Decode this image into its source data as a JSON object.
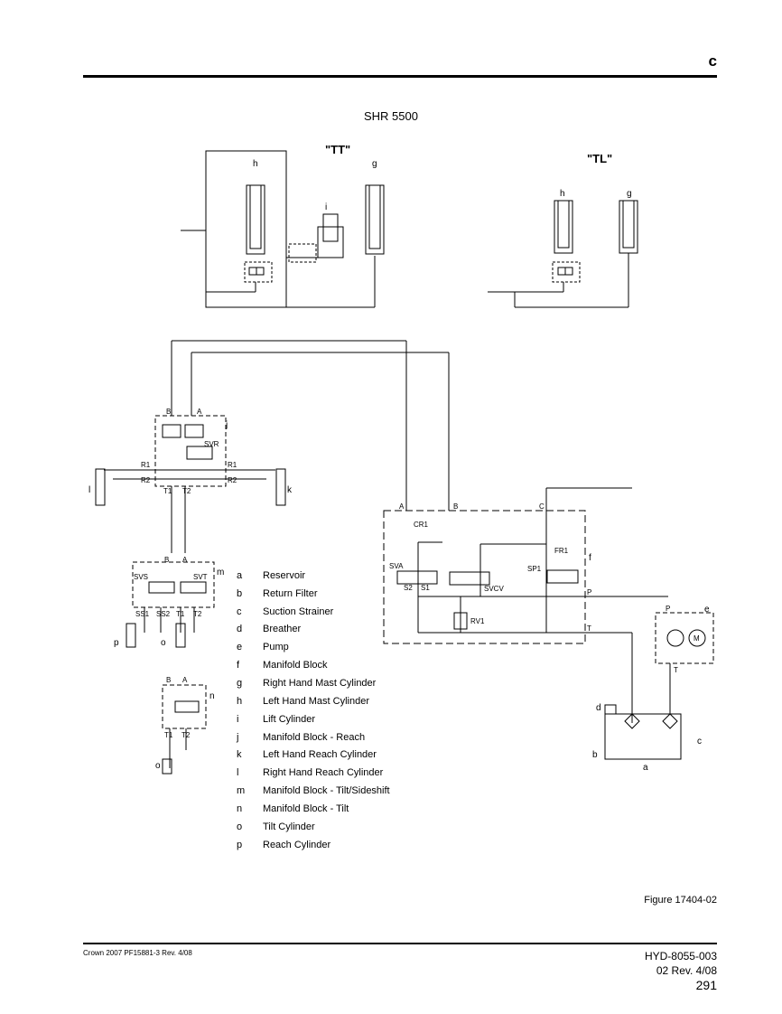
{
  "header": {
    "section_letter": "c"
  },
  "diagram": {
    "title": "SHR 5500",
    "variant_tt": "\"TT\"",
    "variant_tl": "\"TL\"",
    "component_letters": {
      "a": "a",
      "b": "b",
      "c": "c",
      "d": "d",
      "e": "e",
      "f": "f",
      "g": "g",
      "h": "h",
      "i": "i",
      "j": "j",
      "k": "k",
      "l": "l",
      "m": "m",
      "n": "n",
      "o": "o",
      "p": "p"
    },
    "port_labels": {
      "A": "A",
      "B": "B",
      "C": "C",
      "P": "P",
      "T": "T",
      "R1": "R1",
      "R2": "R2",
      "T1": "T1",
      "T2": "T2",
      "SS1": "SS1",
      "SS2": "SS2",
      "S1": "S1",
      "S2": "S2"
    },
    "valve_labels": {
      "SVR": "SVR",
      "SVS": "SVS",
      "SVT": "SVT",
      "SVA": "SVA",
      "SVCV": "SVCV",
      "CR1": "CR1",
      "FR1": "FR1",
      "SP1": "SP1",
      "RV1": "RV1",
      "M": "M"
    }
  },
  "legend": [
    {
      "key": "a",
      "label": "Reservoir"
    },
    {
      "key": "b",
      "label": "Return Filter"
    },
    {
      "key": "c",
      "label": "Suction Strainer"
    },
    {
      "key": "d",
      "label": "Breather"
    },
    {
      "key": "e",
      "label": "Pump"
    },
    {
      "key": "f",
      "label": "Manifold Block"
    },
    {
      "key": "g",
      "label": "Right Hand Mast Cylinder"
    },
    {
      "key": "h",
      "label": "Left Hand Mast Cylinder"
    },
    {
      "key": "i",
      "label": "Lift Cylinder"
    },
    {
      "key": "j",
      "label": "Manifold Block - Reach"
    },
    {
      "key": "k",
      "label": "Left Hand Reach Cylinder"
    },
    {
      "key": "l",
      "label": "Right Hand Reach Cylinder"
    },
    {
      "key": "m",
      "label": "Manifold Block - Tilt/Sideshift"
    },
    {
      "key": "n",
      "label": "Manifold Block - Tilt"
    },
    {
      "key": "o",
      "label": "Tilt Cylinder"
    },
    {
      "key": "p",
      "label": "Reach Cylinder"
    }
  ],
  "figure_caption": "Figure 17404-02",
  "footer": {
    "left": "Crown 2007 PF15881-3 Rev. 4/08",
    "doc_number": "HYD-8055-003",
    "revision": "02 Rev. 4/08",
    "page_number": "291"
  }
}
